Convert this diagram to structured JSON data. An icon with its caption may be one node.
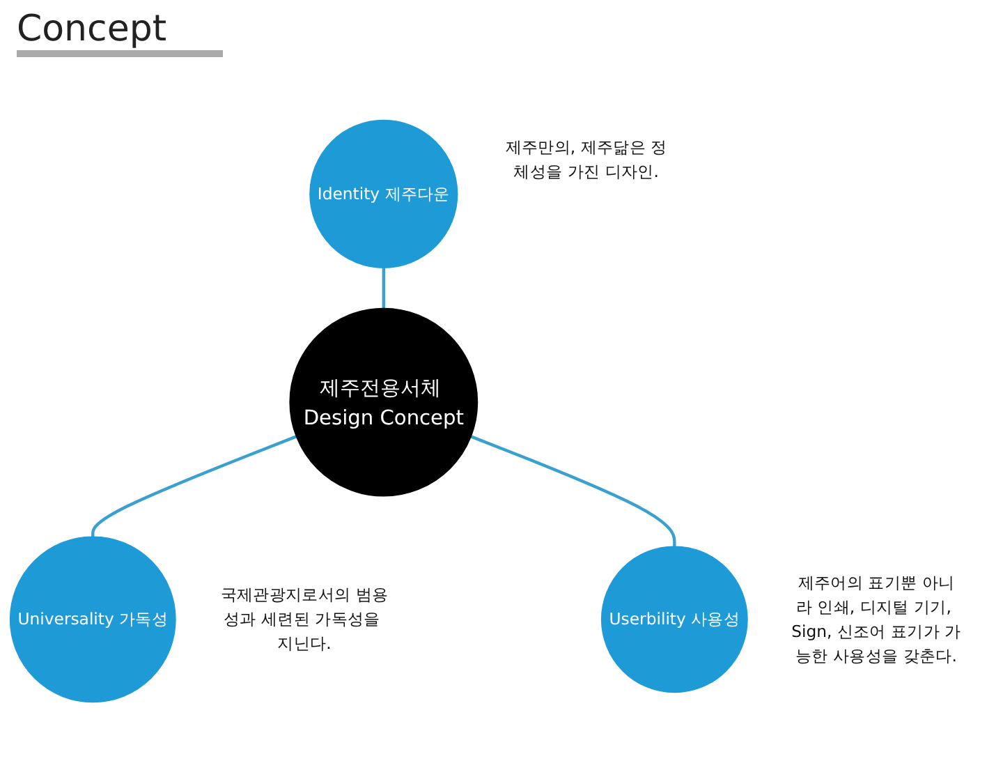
{
  "diagram": {
    "title": "Concept",
    "nodes": [
      {
        "text": [
          "제주전용서체 Design Concept"
        ]
      },
      {
        "text": [
          "Identity 제주다운"
        ],
        "beside": [
          "제주만의, 제주닮은 정체성을 가진 디자인."
        ]
      },
      {
        "text": [
          "Universality 가독성"
        ],
        "beside": [
          "국제관광지로서의 범용성과 세련된 가독성을 지닌다."
        ]
      },
      {
        "text": [
          "Userbility 사용성"
        ],
        "beside": [
          "제주어의 표기뿐 아니라 인쇄, 디지털 기기, Sign, 신조어 표기가 가능한 사용성을 갖춘다."
        ]
      }
    ],
    "edges": [
      {
        "from": 1,
        "to": 0,
        "arrow": "none"
      },
      {
        "from": 0,
        "to": 2,
        "arrow": "none"
      },
      {
        "from": 0,
        "to": 3,
        "arrow": "none"
      }
    ]
  }
}
